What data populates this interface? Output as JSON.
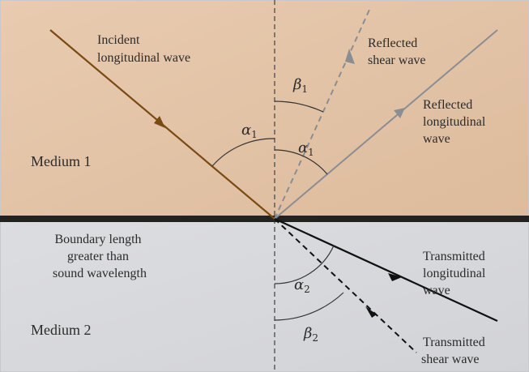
{
  "labels": {
    "incident_line1": "Incident",
    "incident_line2": "longitudinal wave",
    "reflected_shear_line1": "Reflected",
    "reflected_shear_line2": "shear wave",
    "reflected_long_line1": "Reflected",
    "reflected_long_line2": "longitudinal",
    "reflected_long_line3": "wave",
    "medium1": "Medium 1",
    "medium2": "Medium 2",
    "boundary_line1": "Boundary length",
    "boundary_line2": "greater than",
    "boundary_line3": "sound wavelength",
    "transmitted_long_line1": "Transmitted",
    "transmitted_long_line2": "longitudinal",
    "transmitted_long_line3": "wave",
    "transmitted_shear_line1": "Transmitted",
    "transmitted_shear_line2": "shear wave"
  },
  "angles": {
    "alpha": "α",
    "beta": "β",
    "sub1": "1",
    "sub2": "2"
  },
  "colors": {
    "medium1_bg": "#e3c3a6",
    "medium2_bg": "#d9dadd",
    "boundary": "#222222",
    "incident": "#7a4a12",
    "reflected": "#8a8d93",
    "transmitted": "#111111",
    "normal": "#555555",
    "arc": "#333333"
  }
}
